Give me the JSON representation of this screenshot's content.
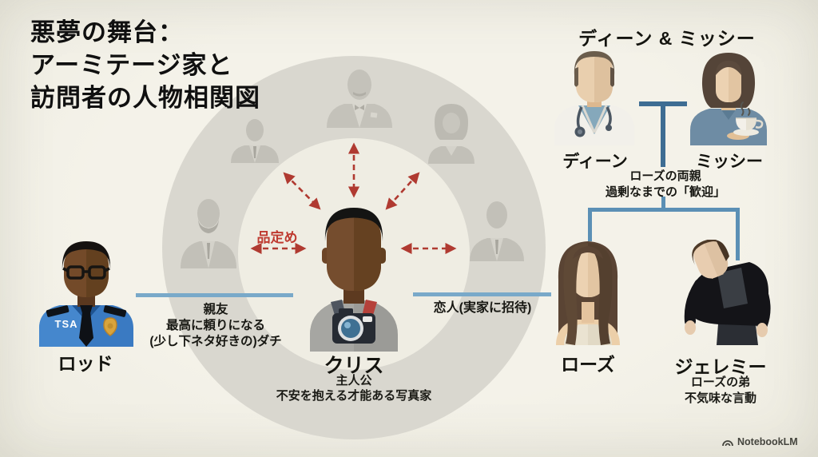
{
  "title": {
    "lines": [
      "悪夢の舞台：",
      "アーミテージ家と",
      "訪問者の人物相関図"
    ]
  },
  "colors": {
    "background": "#f2f0e7",
    "ring": "#d9d7cf",
    "ring_inner": "#efede3",
    "arrow_red": "#b03a31",
    "relation_line_blue": "#79a9c9",
    "family_tree_blue_dark": "#3e6d93",
    "family_tree_blue": "#5b90b5"
  },
  "center_group": {
    "appraisal_label": "品定め",
    "chris": {
      "name": "クリス",
      "role": "主人公",
      "description": "不安を抱える才能ある写真家"
    }
  },
  "left_group": {
    "rod": {
      "name": "ロッド",
      "badge": "TSA"
    },
    "relationship": {
      "lines": [
        "親友",
        "最高に頼りになる",
        "(少し下ネタ好きの)ダチ"
      ]
    }
  },
  "right_group": {
    "relationship_label": "恋人(実家に招待)",
    "rose": {
      "name": "ローズ"
    },
    "jeremy": {
      "name": "ジェレミー",
      "line1": "ローズの弟",
      "line2": "不気味な言動"
    }
  },
  "family_group": {
    "header": "ディーン & ミッシー",
    "dean": {
      "name": "ディーン"
    },
    "missy": {
      "name": "ミッシー"
    },
    "parents_note": {
      "lines": [
        "ローズの両親",
        "過剰なまでの「歓迎」"
      ]
    }
  },
  "watermark": {
    "label": "NotebookLM"
  }
}
